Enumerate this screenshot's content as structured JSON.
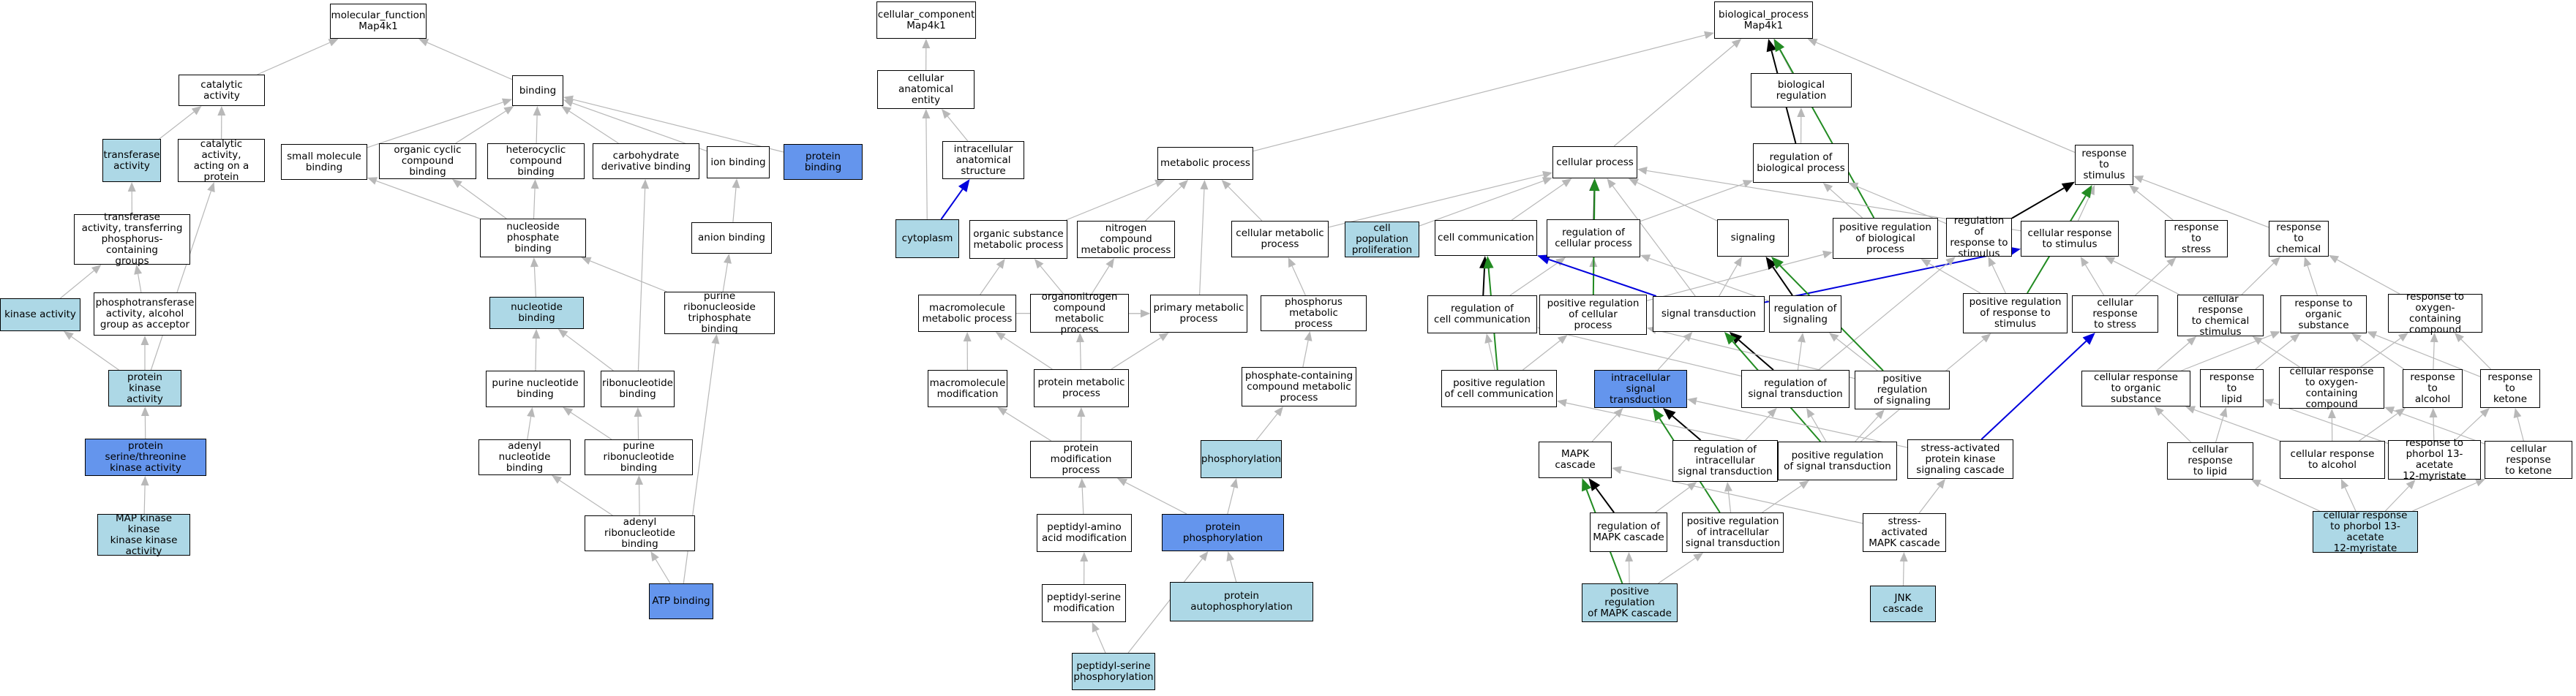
{
  "colors": {
    "plain": "#ffffff",
    "light": "#add8e6",
    "blue": "#6495ed",
    "edge_gray": "#b8b8b8",
    "edge_black": "#000000",
    "edge_green": "#228b22",
    "edge_blue": "#0000dd"
  },
  "nodes": [
    {
      "id": "mf",
      "label": "molecular_function\nMap4k1",
      "fill": "plain"
    },
    {
      "id": "catact",
      "label": "catalytic activity",
      "fill": "plain"
    },
    {
      "id": "binding",
      "label": "binding",
      "fill": "plain"
    },
    {
      "id": "transferase",
      "label": "transferase\nactivity",
      "fill": "light"
    },
    {
      "id": "catprot",
      "label": "catalytic activity,\nacting on a\nprotein",
      "fill": "plain"
    },
    {
      "id": "smb",
      "label": "small molecule\nbinding",
      "fill": "plain"
    },
    {
      "id": "occb",
      "label": "organic cyclic\ncompound binding",
      "fill": "plain"
    },
    {
      "id": "hccb",
      "label": "heterocyclic\ncompound binding",
      "fill": "plain"
    },
    {
      "id": "cdb",
      "label": "carbohydrate\nderivative binding",
      "fill": "plain"
    },
    {
      "id": "ionb",
      "label": "ion binding",
      "fill": "plain"
    },
    {
      "id": "protb",
      "label": "protein binding",
      "fill": "blue"
    },
    {
      "id": "tpcg",
      "label": "transferase\nactivity, transferring\nphosphorus-containing\ngroups",
      "fill": "plain"
    },
    {
      "id": "nucphosb",
      "label": "nucleoside phosphate\nbinding",
      "fill": "plain"
    },
    {
      "id": "anionb",
      "label": "anion binding",
      "fill": "plain"
    },
    {
      "id": "kinase",
      "label": "kinase activity",
      "fill": "light"
    },
    {
      "id": "ptaaa",
      "label": "phosphotransferase\nactivity, alcohol\ngroup as acceptor",
      "fill": "plain"
    },
    {
      "id": "nucb",
      "label": "nucleotide binding",
      "fill": "light"
    },
    {
      "id": "prntb",
      "label": "purine ribonucleoside\ntriphosphate\nbinding",
      "fill": "plain"
    },
    {
      "id": "pka",
      "label": "protein kinase\nactivity",
      "fill": "light"
    },
    {
      "id": "pnb",
      "label": "purine nucleotide\nbinding",
      "fill": "plain"
    },
    {
      "id": "rnb",
      "label": "ribonucleotide\nbinding",
      "fill": "plain"
    },
    {
      "id": "pstk",
      "label": "protein serine/threonine\nkinase activity",
      "fill": "blue"
    },
    {
      "id": "anb",
      "label": "adenyl nucleotide\nbinding",
      "fill": "plain"
    },
    {
      "id": "prb",
      "label": "purine ribonucleotide\nbinding",
      "fill": "plain"
    },
    {
      "id": "mkkk",
      "label": "MAP kinase kinase\nkinase kinase\nactivity",
      "fill": "light"
    },
    {
      "id": "arnb",
      "label": "adenyl ribonucleotide\nbinding",
      "fill": "plain"
    },
    {
      "id": "atpb",
      "label": "ATP binding",
      "fill": "blue"
    },
    {
      "id": "cc",
      "label": "cellular_component\nMap4k1",
      "fill": "plain"
    },
    {
      "id": "cae",
      "label": "cellular anatomical\nentity",
      "fill": "plain"
    },
    {
      "id": "ias",
      "label": "intracellular\nanatomical structure",
      "fill": "plain"
    },
    {
      "id": "cyto",
      "label": "cytoplasm",
      "fill": "light"
    },
    {
      "id": "bp",
      "label": "biological_process\nMap4k1",
      "fill": "plain"
    },
    {
      "id": "breg",
      "label": "biological regulation",
      "fill": "plain"
    },
    {
      "id": "metp",
      "label": "metabolic process",
      "fill": "plain"
    },
    {
      "id": "cellp",
      "label": "cellular process",
      "fill": "plain"
    },
    {
      "id": "regbp",
      "label": "regulation of\nbiological process",
      "fill": "plain"
    },
    {
      "id": "rts",
      "label": "response to\nstimulus",
      "fill": "plain"
    },
    {
      "id": "osmp",
      "label": "organic substance\nmetabolic process",
      "fill": "plain"
    },
    {
      "id": "ncmp",
      "label": "nitrogen compound\nmetabolic process",
      "fill": "plain"
    },
    {
      "id": "cmp",
      "label": "cellular metabolic\nprocess",
      "fill": "plain"
    },
    {
      "id": "cpp",
      "label": "cell population\nproliferation",
      "fill": "light"
    },
    {
      "id": "ccomm",
      "label": "cell communication",
      "fill": "plain"
    },
    {
      "id": "regcp",
      "label": "regulation of\ncellular process",
      "fill": "plain"
    },
    {
      "id": "signaling",
      "label": "signaling",
      "fill": "plain"
    },
    {
      "id": "posregbp",
      "label": "positive regulation\nof biological\nprocess",
      "fill": "plain"
    },
    {
      "id": "regrts",
      "label": "regulation of\nresponse to\nstimulus",
      "fill": "plain"
    },
    {
      "id": "crts",
      "label": "cellular response\nto stimulus",
      "fill": "plain"
    },
    {
      "id": "rtstress",
      "label": "response to\nstress",
      "fill": "plain"
    },
    {
      "id": "rtchem",
      "label": "response to\nchemical",
      "fill": "plain"
    },
    {
      "id": "mmp",
      "label": "macromolecule\nmetabolic process",
      "fill": "plain"
    },
    {
      "id": "oncmp",
      "label": "organonitrogen\ncompound metabolic\nprocess",
      "fill": "plain"
    },
    {
      "id": "pmp",
      "label": "primary metabolic\nprocess",
      "fill": "plain"
    },
    {
      "id": "phmp",
      "label": "phosphorus metabolic\nprocess",
      "fill": "plain"
    },
    {
      "id": "regcc",
      "label": "regulation of\ncell communication",
      "fill": "plain"
    },
    {
      "id": "posregcp",
      "label": "positive regulation\nof cellular\nprocess",
      "fill": "plain"
    },
    {
      "id": "sigtr",
      "label": "signal transduction",
      "fill": "plain"
    },
    {
      "id": "regsig",
      "label": "regulation of\nsignaling",
      "fill": "plain"
    },
    {
      "id": "posregrts",
      "label": "positive regulation\nof response to\nstimulus",
      "fill": "plain"
    },
    {
      "id": "crtstress",
      "label": "cellular response\nto stress",
      "fill": "plain"
    },
    {
      "id": "crtchem",
      "label": "cellular response\nto chemical\nstimulus",
      "fill": "plain"
    },
    {
      "id": "rtos",
      "label": "response to\norganic substance",
      "fill": "plain"
    },
    {
      "id": "rtocc",
      "label": "response to\noxygen-containing\ncompound",
      "fill": "plain"
    },
    {
      "id": "mmod",
      "label": "macromolecule\nmodification",
      "fill": "plain"
    },
    {
      "id": "protmp",
      "label": "protein metabolic\nprocess",
      "fill": "plain"
    },
    {
      "id": "pccmp",
      "label": "phosphate-containing\ncompound metabolic\nprocess",
      "fill": "plain"
    },
    {
      "id": "posregcc",
      "label": "positive regulation\nof cell communication",
      "fill": "plain"
    },
    {
      "id": "ist",
      "label": "intracellular\nsignal transduction",
      "fill": "blue"
    },
    {
      "id": "regst",
      "label": "regulation of\nsignal transduction",
      "fill": "plain"
    },
    {
      "id": "posregsig",
      "label": "positive regulation\nof signaling",
      "fill": "plain"
    },
    {
      "id": "crtos",
      "label": "cellular response\nto organic substance",
      "fill": "plain"
    },
    {
      "id": "rtlipid",
      "label": "response to\nlipid",
      "fill": "plain"
    },
    {
      "id": "crtocc",
      "label": "cellular response\nto oxygen-containing\ncompound",
      "fill": "plain"
    },
    {
      "id": "rtalc",
      "label": "response to\nalcohol",
      "fill": "plain"
    },
    {
      "id": "rtket",
      "label": "response to\nketone",
      "fill": "plain"
    },
    {
      "id": "protmod",
      "label": "protein modification\nprocess",
      "fill": "plain"
    },
    {
      "id": "phos",
      "label": "phosphorylation",
      "fill": "light"
    },
    {
      "id": "mapk",
      "label": "MAPK cascade",
      "fill": "plain"
    },
    {
      "id": "regist",
      "label": "regulation of\nintracellular\nsignal transduction",
      "fill": "plain"
    },
    {
      "id": "posregst",
      "label": "positive regulation\nof signal transduction",
      "fill": "plain"
    },
    {
      "id": "sapk",
      "label": "stress-activated\nprotein kinase\nsignaling cascade",
      "fill": "plain"
    },
    {
      "id": "crtlipid",
      "label": "cellular response\nto lipid",
      "fill": "plain"
    },
    {
      "id": "crtalc",
      "label": "cellular response\nto alcohol",
      "fill": "plain"
    },
    {
      "id": "rtpma",
      "label": "response to\nphorbol 13-acetate\n12-myristate",
      "fill": "plain"
    },
    {
      "id": "crtket",
      "label": "cellular response\nto ketone",
      "fill": "plain"
    },
    {
      "id": "paam",
      "label": "peptidyl-amino\nacid modification",
      "fill": "plain"
    },
    {
      "id": "protphos",
      "label": "protein phosphorylation",
      "fill": "blue"
    },
    {
      "id": "regmapk",
      "label": "regulation of\nMAPK cascade",
      "fill": "plain"
    },
    {
      "id": "posregist",
      "label": "positive regulation\nof intracellular\nsignal transduction",
      "fill": "plain"
    },
    {
      "id": "samapk",
      "label": "stress-activated\nMAPK cascade",
      "fill": "plain"
    },
    {
      "id": "crtpma",
      "label": "cellular response\nto phorbol 13-acetate\n12-myristate",
      "fill": "light"
    },
    {
      "id": "psm",
      "label": "peptidyl-serine\nmodification",
      "fill": "plain"
    },
    {
      "id": "pautophos",
      "label": "protein autophosphorylation",
      "fill": "light"
    },
    {
      "id": "posregmapk",
      "label": "positive regulation\nof MAPK cascade",
      "fill": "light"
    },
    {
      "id": "jnk",
      "label": "JNK cascade",
      "fill": "light"
    },
    {
      "id": "psp",
      "label": "peptidyl-serine\nphosphorylation",
      "fill": "light"
    }
  ],
  "edges": [
    [
      "catact",
      "mf",
      "is_a"
    ],
    [
      "binding",
      "mf",
      "is_a"
    ],
    [
      "transferase",
      "catact",
      "is_a"
    ],
    [
      "catprot",
      "catact",
      "is_a"
    ],
    [
      "smb",
      "binding",
      "is_a"
    ],
    [
      "occb",
      "binding",
      "is_a"
    ],
    [
      "hccb",
      "binding",
      "is_a"
    ],
    [
      "cdb",
      "binding",
      "is_a"
    ],
    [
      "ionb",
      "binding",
      "is_a"
    ],
    [
      "protb",
      "binding",
      "is_a"
    ],
    [
      "tpcg",
      "transferase",
      "is_a"
    ],
    [
      "ptaaa",
      "tpcg",
      "is_a"
    ],
    [
      "kinase",
      "tpcg",
      "is_a"
    ],
    [
      "pka",
      "ptaaa",
      "is_a"
    ],
    [
      "pka",
      "kinase",
      "is_a"
    ],
    [
      "pka",
      "catprot",
      "is_a"
    ],
    [
      "pstk",
      "pka",
      "is_a"
    ],
    [
      "mkkk",
      "pstk",
      "is_a"
    ],
    [
      "nucphosb",
      "occb",
      "is_a"
    ],
    [
      "nucphosb",
      "hccb",
      "is_a"
    ],
    [
      "nucphosb",
      "smb",
      "is_a"
    ],
    [
      "nucb",
      "nucphosb",
      "is_a"
    ],
    [
      "anionb",
      "ionb",
      "is_a"
    ],
    [
      "prntb",
      "anionb",
      "is_a"
    ],
    [
      "prntb",
      "nucphosb",
      "is_a"
    ],
    [
      "pnb",
      "nucb",
      "is_a"
    ],
    [
      "rnb",
      "nucb",
      "is_a"
    ],
    [
      "rnb",
      "cdb",
      "is_a"
    ],
    [
      "anb",
      "pnb",
      "is_a"
    ],
    [
      "prb",
      "pnb",
      "is_a"
    ],
    [
      "prb",
      "rnb",
      "is_a"
    ],
    [
      "arnb",
      "anb",
      "is_a"
    ],
    [
      "arnb",
      "prb",
      "is_a"
    ],
    [
      "atpb",
      "arnb",
      "is_a"
    ],
    [
      "atpb",
      "prntb",
      "is_a"
    ],
    [
      "cae",
      "cc",
      "is_a"
    ],
    [
      "ias",
      "cae",
      "is_a"
    ],
    [
      "cyto",
      "cae",
      "is_a"
    ],
    [
      "cyto",
      "ias",
      "part_of"
    ],
    [
      "metp",
      "bp",
      "is_a"
    ],
    [
      "cellp",
      "bp",
      "is_a"
    ],
    [
      "breg",
      "bp",
      "is_a"
    ],
    [
      "regbp",
      "breg",
      "is_a"
    ],
    [
      "regbp",
      "bp",
      "regulates"
    ],
    [
      "rts",
      "bp",
      "is_a"
    ],
    [
      "osmp",
      "metp",
      "is_a"
    ],
    [
      "ncmp",
      "metp",
      "is_a"
    ],
    [
      "cmp",
      "metp",
      "is_a"
    ],
    [
      "cmp",
      "cellp",
      "is_a"
    ],
    [
      "cpp",
      "cellp",
      "is_a"
    ],
    [
      "ccomm",
      "cellp",
      "is_a"
    ],
    [
      "regcp",
      "cellp",
      "regulates"
    ],
    [
      "regcp",
      "regbp",
      "is_a"
    ],
    [
      "signaling",
      "cellp",
      "is_a"
    ],
    [
      "posregbp",
      "regbp",
      "is_a"
    ],
    [
      "posregbp",
      "bp",
      "positively_regulates"
    ],
    [
      "regrts",
      "regbp",
      "is_a"
    ],
    [
      "regrts",
      "rts",
      "regulates"
    ],
    [
      "crts",
      "rts",
      "is_a"
    ],
    [
      "crts",
      "cellp",
      "is_a"
    ],
    [
      "rtstress",
      "rts",
      "is_a"
    ],
    [
      "rtchem",
      "rts",
      "is_a"
    ],
    [
      "mmp",
      "osmp",
      "is_a"
    ],
    [
      "mmp",
      "pmp",
      "is_a"
    ],
    [
      "oncmp",
      "osmp",
      "is_a"
    ],
    [
      "oncmp",
      "ncmp",
      "is_a"
    ],
    [
      "oncmp",
      "pmp",
      "is_a"
    ],
    [
      "pmp",
      "metp",
      "is_a"
    ],
    [
      "phmp",
      "cmp",
      "is_a"
    ],
    [
      "regcc",
      "regcp",
      "is_a"
    ],
    [
      "regcc",
      "ccomm",
      "regulates"
    ],
    [
      "posregcp",
      "regcp",
      "is_a"
    ],
    [
      "posregcp",
      "cellp",
      "positively_regulates"
    ],
    [
      "posregcp",
      "posregbp",
      "is_a"
    ],
    [
      "sigtr",
      "ccomm",
      "part_of"
    ],
    [
      "sigtr",
      "signaling",
      "is_a"
    ],
    [
      "sigtr",
      "crts",
      "part_of"
    ],
    [
      "sigtr",
      "cellp",
      "is_a"
    ],
    [
      "regsig",
      "regcp",
      "is_a"
    ],
    [
      "regsig",
      "signaling",
      "regulates"
    ],
    [
      "posregrts",
      "regrts",
      "is_a"
    ],
    [
      "posregrts",
      "rts",
      "positively_regulates"
    ],
    [
      "posregrts",
      "posregbp",
      "is_a"
    ],
    [
      "crtstress",
      "rtstress",
      "is_a"
    ],
    [
      "crtstress",
      "crts",
      "is_a"
    ],
    [
      "crtchem",
      "rtchem",
      "is_a"
    ],
    [
      "crtchem",
      "crts",
      "is_a"
    ],
    [
      "rtos",
      "rtchem",
      "is_a"
    ],
    [
      "rtocc",
      "rtchem",
      "is_a"
    ],
    [
      "mmod",
      "mmp",
      "is_a"
    ],
    [
      "protmp",
      "oncmp",
      "is_a"
    ],
    [
      "protmp",
      "pmp",
      "is_a"
    ],
    [
      "protmp",
      "mmp",
      "is_a"
    ],
    [
      "pccmp",
      "phmp",
      "is_a"
    ],
    [
      "posregcc",
      "regcc",
      "is_a"
    ],
    [
      "posregcc",
      "ccomm",
      "positively_regulates"
    ],
    [
      "posregcc",
      "posregcp",
      "is_a"
    ],
    [
      "ist",
      "sigtr",
      "is_a"
    ],
    [
      "regst",
      "regsig",
      "is_a"
    ],
    [
      "regst",
      "sigtr",
      "regulates"
    ],
    [
      "regst",
      "regrts",
      "is_a"
    ],
    [
      "regst",
      "regcc",
      "is_a"
    ],
    [
      "posregsig",
      "regsig",
      "is_a"
    ],
    [
      "posregsig",
      "signaling",
      "positively_regulates"
    ],
    [
      "posregsig",
      "posregcp",
      "is_a"
    ],
    [
      "crtos",
      "rtos",
      "is_a"
    ],
    [
      "crtos",
      "crtchem",
      "is_a"
    ],
    [
      "rtlipid",
      "rtos",
      "is_a"
    ],
    [
      "crtocc",
      "rtocc",
      "is_a"
    ],
    [
      "crtocc",
      "crtchem",
      "is_a"
    ],
    [
      "rtalc",
      "rtocc",
      "is_a"
    ],
    [
      "rtalc",
      "rtos",
      "is_a"
    ],
    [
      "rtket",
      "rtocc",
      "is_a"
    ],
    [
      "rtket",
      "rtos",
      "is_a"
    ],
    [
      "protmod",
      "protmp",
      "is_a"
    ],
    [
      "protmod",
      "mmod",
      "is_a"
    ],
    [
      "phos",
      "pccmp",
      "is_a"
    ],
    [
      "mapk",
      "ist",
      "is_a"
    ],
    [
      "regist",
      "regst",
      "is_a"
    ],
    [
      "regist",
      "ist",
      "regulates"
    ],
    [
      "posregst",
      "regst",
      "is_a"
    ],
    [
      "posregst",
      "sigtr",
      "positively_regulates"
    ],
    [
      "posregst",
      "posregsig",
      "is_a"
    ],
    [
      "posregst",
      "posregrts",
      "is_a"
    ],
    [
      "posregst",
      "posregcc",
      "is_a"
    ],
    [
      "sapk",
      "ist",
      "is_a"
    ],
    [
      "sapk",
      "crtstress",
      "part_of"
    ],
    [
      "crtlipid",
      "rtlipid",
      "is_a"
    ],
    [
      "crtlipid",
      "crtos",
      "is_a"
    ],
    [
      "crtalc",
      "rtalc",
      "is_a"
    ],
    [
      "crtalc",
      "crtocc",
      "is_a"
    ],
    [
      "crtalc",
      "crtos",
      "is_a"
    ],
    [
      "rtpma",
      "rtket",
      "is_a"
    ],
    [
      "rtpma",
      "rtalc",
      "is_a"
    ],
    [
      "rtpma",
      "rtlipid",
      "is_a"
    ],
    [
      "crtket",
      "rtket",
      "is_a"
    ],
    [
      "crtket",
      "crtocc",
      "is_a"
    ],
    [
      "paam",
      "protmod",
      "is_a"
    ],
    [
      "protphos",
      "protmod",
      "is_a"
    ],
    [
      "protphos",
      "phos",
      "is_a"
    ],
    [
      "regmapk",
      "regist",
      "is_a"
    ],
    [
      "regmapk",
      "mapk",
      "regulates"
    ],
    [
      "posregist",
      "regist",
      "is_a"
    ],
    [
      "posregist",
      "ist",
      "positively_regulates"
    ],
    [
      "posregist",
      "posregst",
      "is_a"
    ],
    [
      "samapk",
      "mapk",
      "is_a"
    ],
    [
      "samapk",
      "sapk",
      "is_a"
    ],
    [
      "crtpma",
      "rtpma",
      "is_a"
    ],
    [
      "crtpma",
      "crtalc",
      "is_a"
    ],
    [
      "crtpma",
      "crtket",
      "is_a"
    ],
    [
      "crtpma",
      "crtlipid",
      "is_a"
    ],
    [
      "psm",
      "paam",
      "is_a"
    ],
    [
      "pautophos",
      "protphos",
      "is_a"
    ],
    [
      "posregmapk",
      "regmapk",
      "is_a"
    ],
    [
      "posregmapk",
      "mapk",
      "positively_regulates"
    ],
    [
      "posregmapk",
      "posregist",
      "is_a"
    ],
    [
      "jnk",
      "samapk",
      "is_a"
    ],
    [
      "psp",
      "psm",
      "is_a"
    ],
    [
      "psp",
      "protphos",
      "is_a"
    ]
  ]
}
